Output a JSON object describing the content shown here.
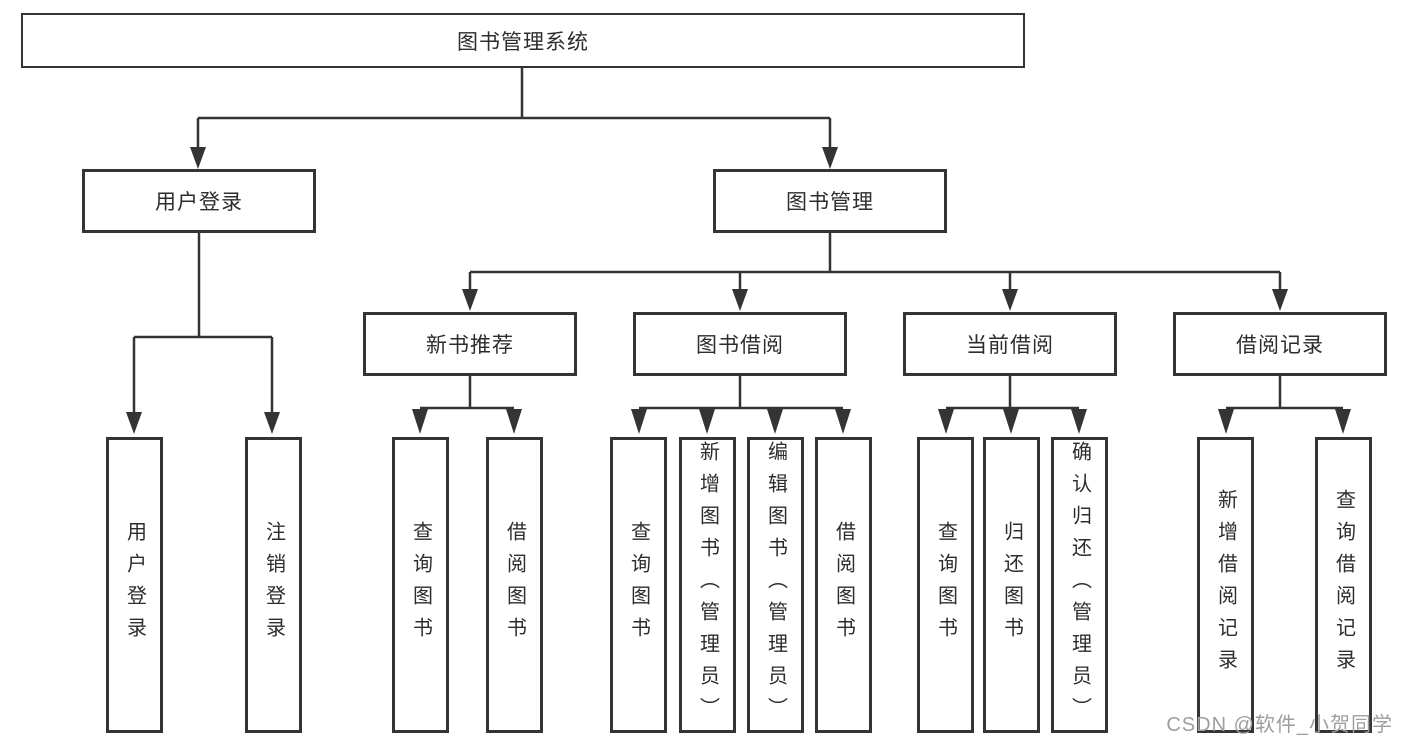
{
  "colors": {
    "background": "#ffffff",
    "line": "#343434",
    "box_border": "#343434",
    "text": "#2d2d2d",
    "watermark": "#9e9e9e"
  },
  "watermark": {
    "text": "CSDN @软件_小贺同学"
  },
  "tree": {
    "root": {
      "label": "图书管理系统"
    },
    "children": [
      {
        "label": "用户登录",
        "children": [
          {
            "label": "用户登录"
          },
          {
            "label": "注销登录"
          }
        ]
      },
      {
        "label": "图书管理",
        "children": [
          {
            "label": "新书推荐",
            "children": [
              {
                "label": "查询图书"
              },
              {
                "label": "借阅图书"
              }
            ]
          },
          {
            "label": "图书借阅",
            "children": [
              {
                "label": "查询图书"
              },
              {
                "label": "新增图书（管理员）"
              },
              {
                "label": "编辑图书（管理员）"
              },
              {
                "label": "借阅图书"
              }
            ]
          },
          {
            "label": "当前借阅",
            "children": [
              {
                "label": "查询图书"
              },
              {
                "label": "归还图书"
              },
              {
                "label": "确认归还（管理员）"
              }
            ]
          },
          {
            "label": "借阅记录",
            "children": [
              {
                "label": "新增借阅记录"
              },
              {
                "label": "查询借阅记录"
              }
            ]
          }
        ]
      }
    ]
  }
}
